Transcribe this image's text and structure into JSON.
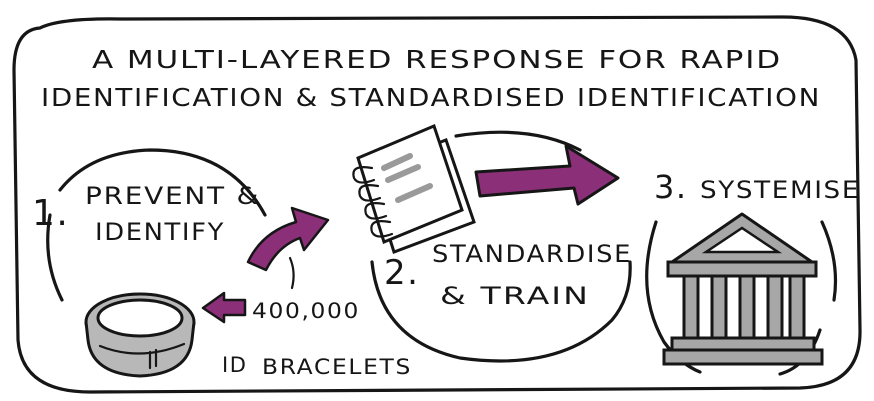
{
  "title": {
    "line1": "A MULTI-LAYERED RESPONSE FOR RAPID",
    "line2": "IDENTIFICATION & STANDARDISED IDENTIFICATION"
  },
  "steps": [
    {
      "number": "1.",
      "line1": "PREVENT &",
      "line2": "IDENTIFY"
    },
    {
      "number": "2.",
      "line1": "STANDARDISE",
      "line2": "& TRAIN"
    },
    {
      "number": "3.",
      "line1": "SYSTEMISE"
    }
  ],
  "bracelets": {
    "count": "400,000",
    "prefix": "ID",
    "label": "BRACELETS"
  },
  "colors": {
    "ink": "#161616",
    "accent_purple": "#8a2f78",
    "notebook_lines": "#9a9a9a",
    "building_gray": "#a7a7a7",
    "bracelet_gray": "#b8b8b8"
  },
  "icons": [
    "bracelet-icon",
    "notebook-icon",
    "government-building-icon",
    "arrow-icon"
  ]
}
